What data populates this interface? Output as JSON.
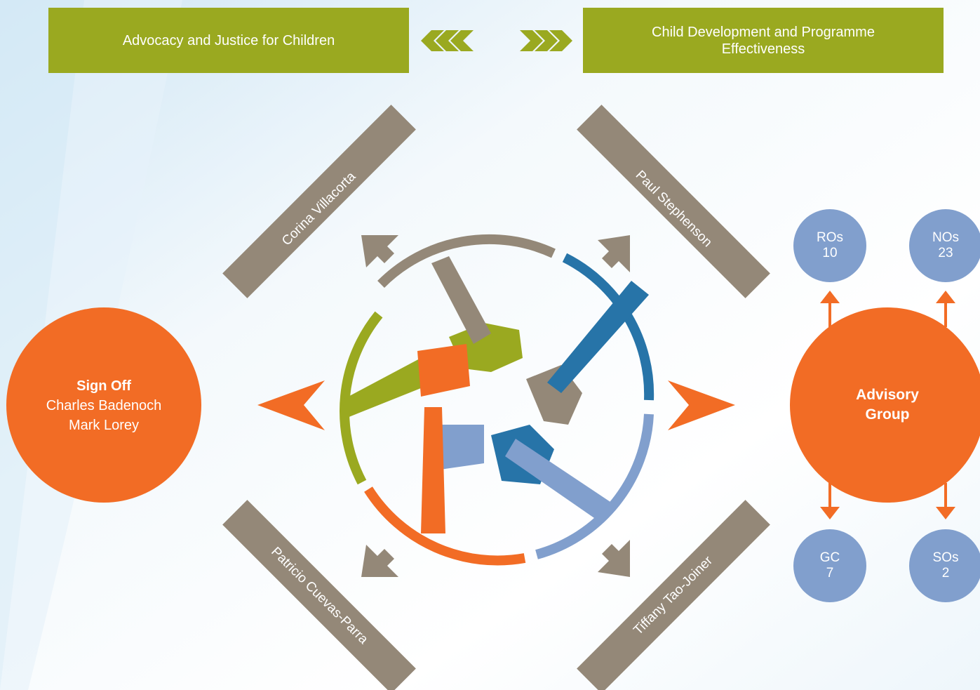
{
  "colors": {
    "green": "#9aa920",
    "taupe": "#948878",
    "orange": "#f26c25",
    "blue": "#2774a8",
    "light_blue": "#819fcd",
    "white": "#ffffff"
  },
  "top_boxes": {
    "left": "Advocacy and Justice for Children",
    "right_line1": "Child Development and Programme",
    "right_line2": "Effectiveness"
  },
  "arrows": {
    "left_chevrons": "«««",
    "right_chevrons": "»»»"
  },
  "people": {
    "top_left": "Corina Villacorta",
    "top_right": "Paul Stephenson",
    "bottom_left": "Patricio Cuevas-Parra",
    "bottom_right": "Tiffany Tao-Joiner"
  },
  "sign_off": {
    "title": "Sign Off",
    "name1": "Charles Badenoch",
    "name2": "Mark Lorey"
  },
  "advisory": {
    "line1": "Advisory",
    "line2": "Group"
  },
  "bubbles": {
    "ros": {
      "label": "ROs",
      "value": "10"
    },
    "nos": {
      "label": "NOs",
      "value": "23"
    },
    "gc": {
      "label": "GC",
      "value": "7"
    },
    "sos": {
      "label": "SOs",
      "value": "2"
    }
  }
}
